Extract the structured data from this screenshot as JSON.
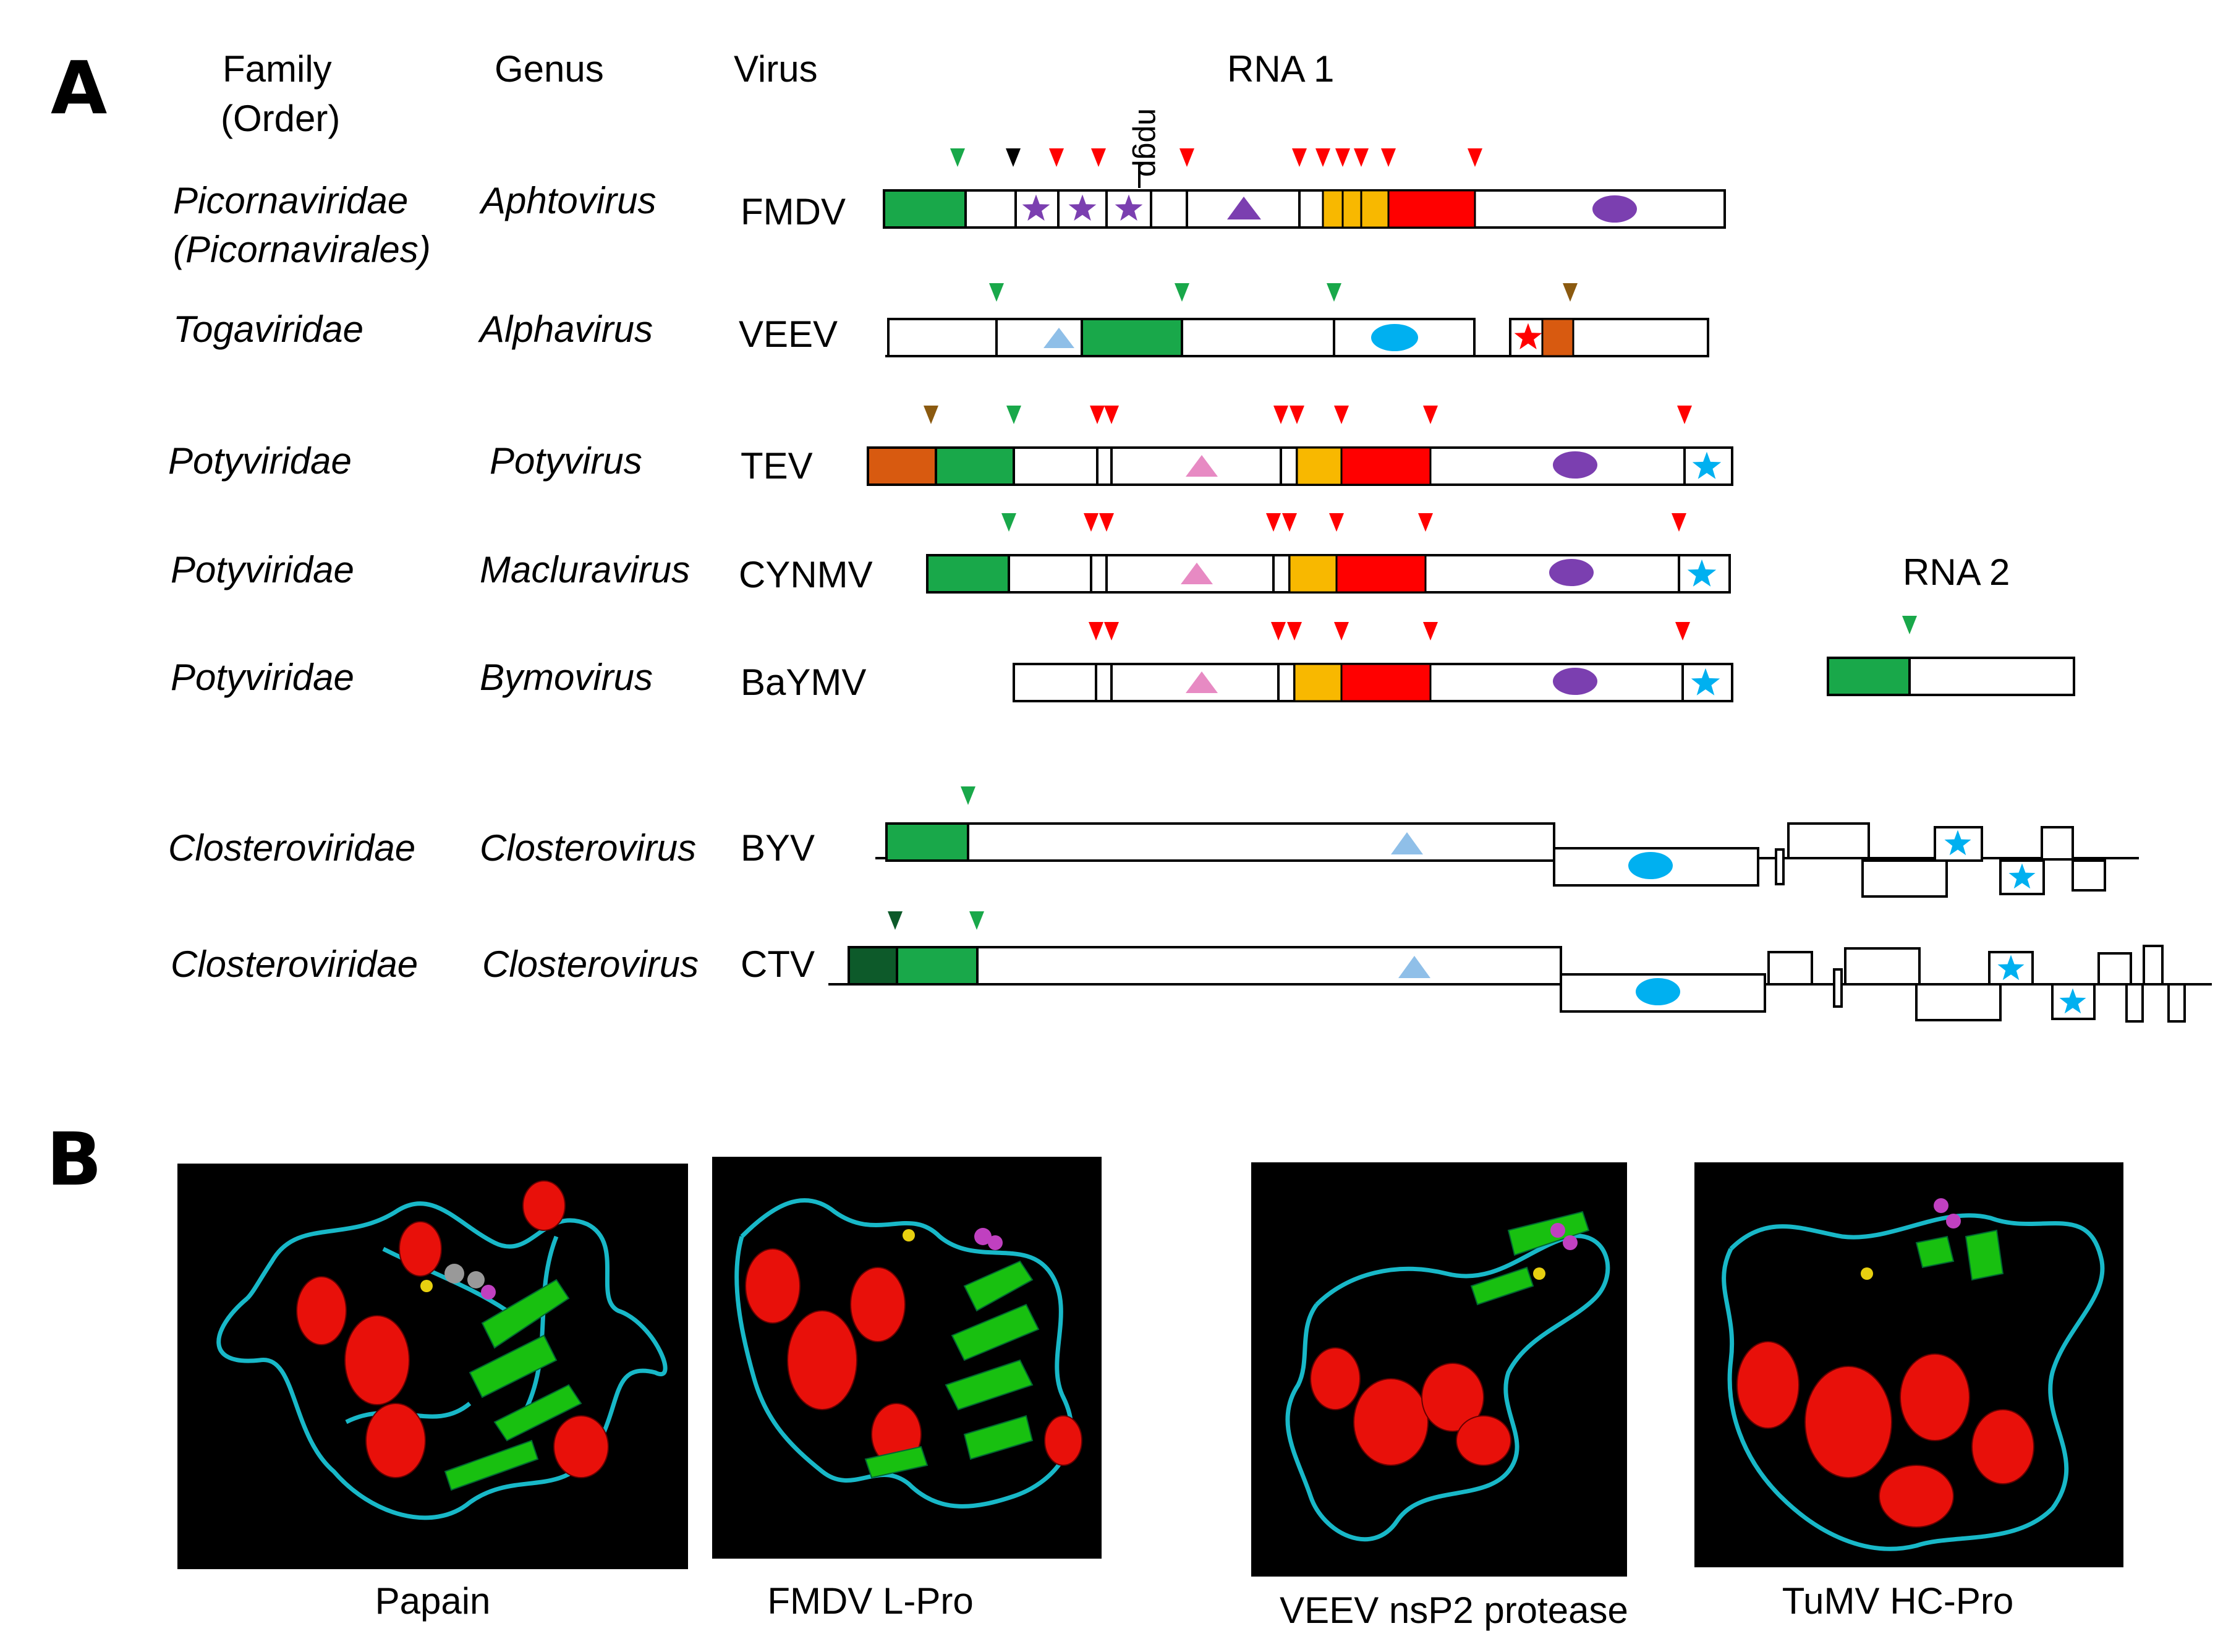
{
  "panelA": {
    "letter": "A",
    "headers": {
      "family": "Family",
      "order": "(Order)",
      "genus": "Genus",
      "virus": "Virus",
      "rna1": "RNA 1",
      "rna2": "RNA 2",
      "npgp": "npgp"
    },
    "rows": [
      {
        "family": "Picornaviridae",
        "order": "(Picornavirales)",
        "genus": "Aphtovirus",
        "virus": "FMDV"
      },
      {
        "family": "Togaviridae",
        "genus": "Alphavirus",
        "virus": "VEEV"
      },
      {
        "family": "Potyviridae",
        "genus": "Potyvirus",
        "virus": "TEV"
      },
      {
        "family": "Potyviridae",
        "genus": "Macluravirus",
        "virus": "CYNMV"
      },
      {
        "family": "Potyviridae",
        "genus": "Bymovirus",
        "virus": "BaYMV"
      },
      {
        "family": "Closteroviridae",
        "genus": "Closterovirus",
        "virus": "BYV"
      },
      {
        "family": "Closteroviridae",
        "genus": "Closterovirus",
        "virus": "CTV"
      }
    ]
  },
  "panelB": {
    "letter": "B",
    "structures": [
      {
        "caption": "Papain"
      },
      {
        "caption": "FMDV L-Pro"
      },
      {
        "caption": "VEEV nsP2 protease"
      },
      {
        "caption": "TuMV HC-Pro"
      }
    ]
  },
  "colors": {
    "green": "#19a84a",
    "red": "#ff0000",
    "yellow": "#f8b800",
    "orange": "#d85a10",
    "purple": "#7b3fb0",
    "cyan": "#00b0f0",
    "pink": "#e78ac3",
    "lightblue": "#8fbfe8",
    "darkgreen": "#0d5a2a",
    "brown": "#8b5a10",
    "black": "#000000",
    "helix": "#e8100a",
    "strand": "#18c010",
    "coil": "#18b8c8"
  }
}
